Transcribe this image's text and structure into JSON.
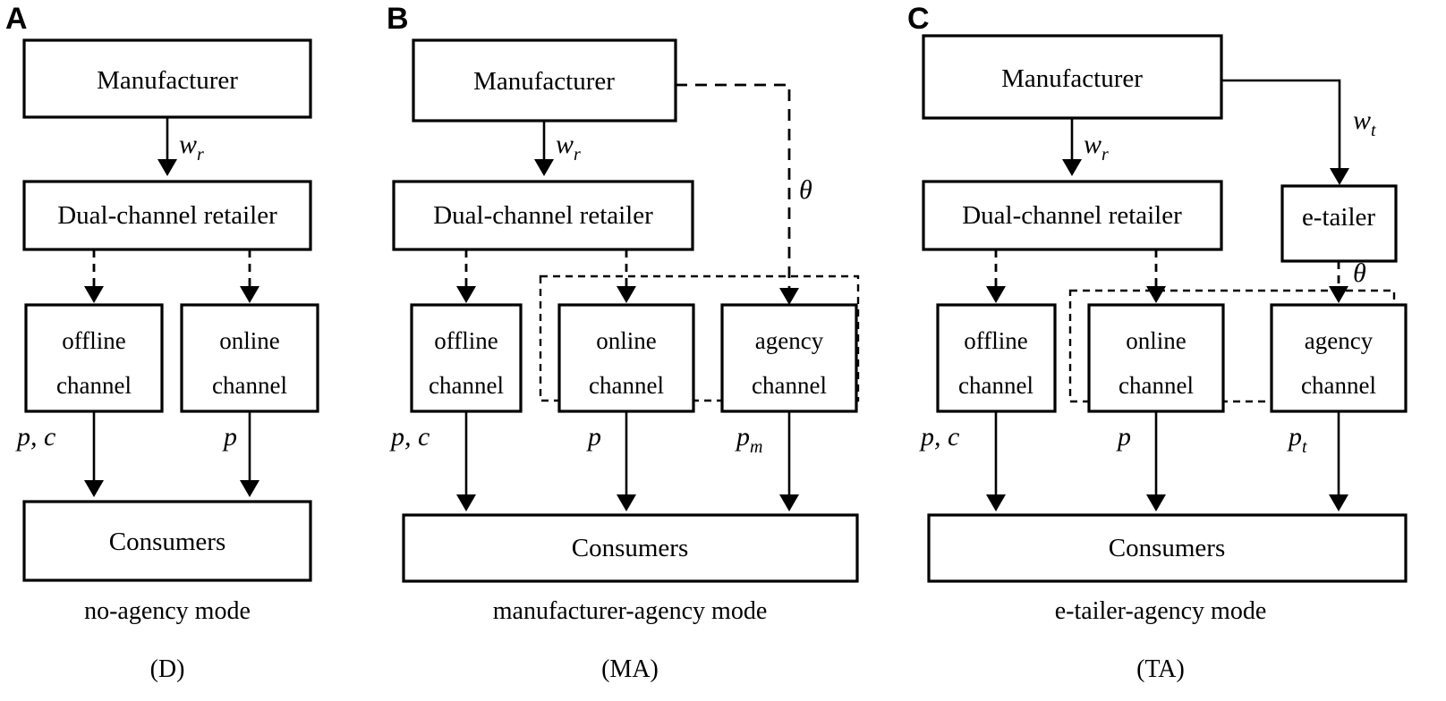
{
  "figure": {
    "background_color": "#ffffff",
    "line_color": "#000000"
  },
  "panels": [
    {
      "letter": "A",
      "caption_line1": "no-agency mode",
      "caption_line2": "(D)",
      "nodes": {
        "manufacturer": "Manufacturer",
        "retailer": "Dual-channel retailer",
        "offline_line1": "offline",
        "offline_line2": "channel",
        "online_line1": "online",
        "online_line2": "channel",
        "consumers": "Consumers"
      },
      "flows": {
        "wholesale_retailer": "w",
        "wholesale_retailer_sub": "r",
        "offline_price": "p, c",
        "online_price": "p"
      }
    },
    {
      "letter": "B",
      "caption_line1": "manufacturer-agency mode",
      "caption_line2": "(MA)",
      "nodes": {
        "manufacturer": "Manufacturer",
        "retailer": "Dual-channel retailer",
        "offline_line1": "offline",
        "offline_line2": "channel",
        "online_line1": "online",
        "online_line2": "channel",
        "agency_line1": "agency",
        "agency_line2": "channel",
        "consumers": "Consumers"
      },
      "flows": {
        "wholesale_retailer": "w",
        "wholesale_retailer_sub": "r",
        "commission": "θ",
        "offline_price": "p, c",
        "online_price": "p",
        "agency_price": "p",
        "agency_price_sub": "m"
      }
    },
    {
      "letter": "C",
      "caption_line1": "e-tailer-agency mode",
      "caption_line2": "(TA)",
      "nodes": {
        "manufacturer": "Manufacturer",
        "retailer": "Dual-channel retailer",
        "etailer": "e-tailer",
        "offline_line1": "offline",
        "offline_line2": "channel",
        "online_line1": "online",
        "online_line2": "channel",
        "agency_line1": "agency",
        "agency_line2": "channel",
        "consumers": "Consumers"
      },
      "flows": {
        "wholesale_retailer": "w",
        "wholesale_retailer_sub": "r",
        "wholesale_etailer": "w",
        "wholesale_etailer_sub": "t",
        "commission": "θ",
        "offline_price": "p, c",
        "online_price": "p",
        "agency_price": "p",
        "agency_price_sub": "t"
      }
    }
  ]
}
